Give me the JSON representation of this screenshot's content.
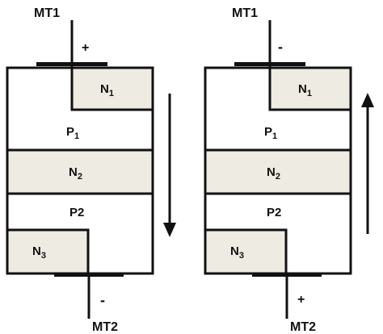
{
  "left_device": {
    "mt1_label": "MT1",
    "mt1_sign": "+",
    "mt2_label": "MT2",
    "mt2_sign": "-",
    "layers": {
      "n1": {
        "main": "N",
        "sub": "1"
      },
      "p1": {
        "main": "P",
        "sub": "1"
      },
      "n2": {
        "main": "N",
        "sub": "2"
      },
      "p2": "P2",
      "n3": {
        "main": "N",
        "sub": "3"
      }
    },
    "current_direction": "down"
  },
  "right_device": {
    "mt1_label": "MT1",
    "mt1_sign": "-",
    "mt2_label": "MT2",
    "mt2_sign": "+",
    "layers": {
      "n1": {
        "main": "N",
        "sub": "1"
      },
      "p1": {
        "main": "P",
        "sub": "1"
      },
      "n2": {
        "main": "N",
        "sub": "2"
      },
      "p2": "P2",
      "n3": {
        "main": "N",
        "sub": "3"
      }
    },
    "current_direction": "up"
  },
  "colors": {
    "region_fill": "#eeebe3",
    "stroke": "#111111",
    "background": "#ffffff"
  }
}
